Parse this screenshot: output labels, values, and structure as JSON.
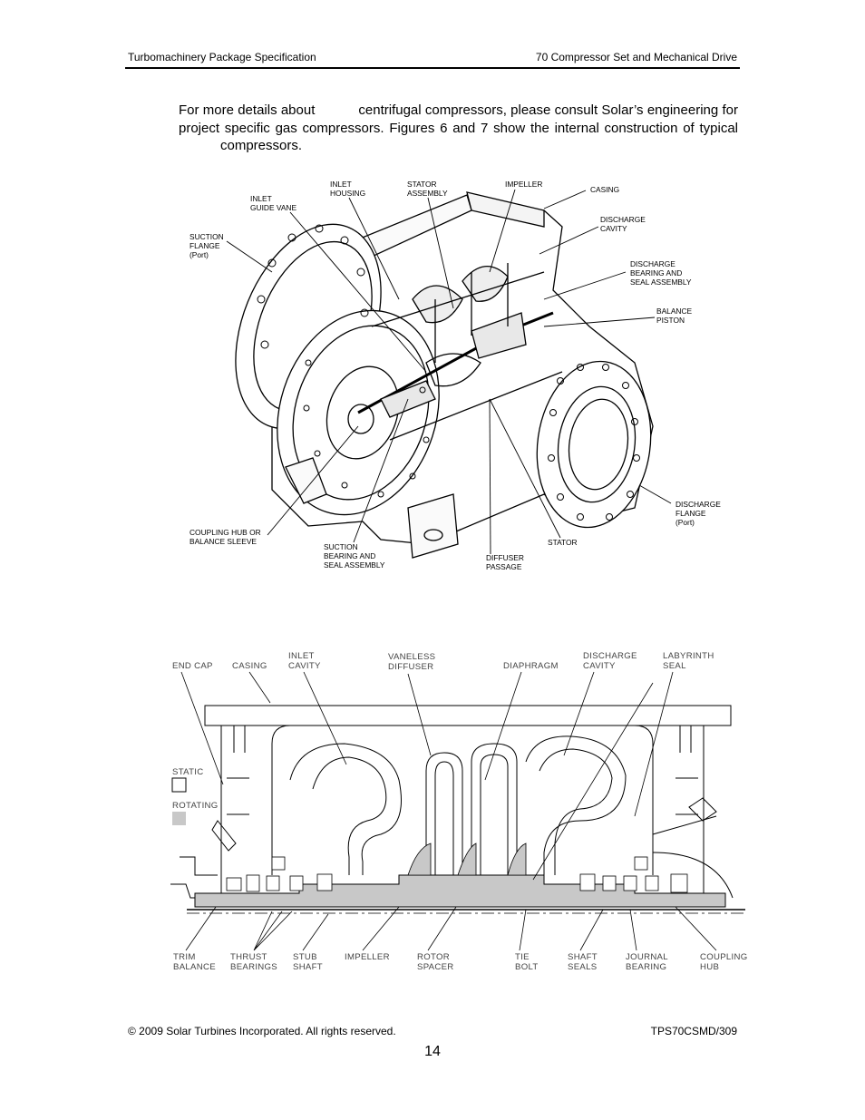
{
  "header": {
    "left": "Turbomachinery Package Specification",
    "right": "70 Compressor Set and Mechanical Drive"
  },
  "body": {
    "p1": "For more details about",
    "p2": "centrifugal compressors, please consult Solar’s engineering for project specific gas compressors. Figures 6 and 7 show the internal construction of typical",
    "p3": "compressors."
  },
  "figure6": {
    "labels": {
      "inlet_housing": [
        "INLET",
        "HOUSING"
      ],
      "stator_assembly": [
        "STATOR",
        "ASSEMBLY"
      ],
      "impeller": [
        "IMPELLER"
      ],
      "casing": [
        "CASING"
      ],
      "inlet_guide_vane": [
        "INLET",
        "GUIDE VANE"
      ],
      "discharge_cavity": [
        "DISCHARGE",
        "CAVITY"
      ],
      "suction_flange": [
        "SUCTION",
        "FLANGE",
        "(Port)"
      ],
      "discharge_bearing": [
        "DISCHARGE",
        "BEARING AND",
        "SEAL ASSEMBLY"
      ],
      "balance_piston": [
        "BALANCE",
        "PISTON"
      ],
      "discharge_flange": [
        "DISCHARGE",
        "FLANGE",
        "(Port)"
      ],
      "coupling_hub": [
        "COUPLING HUB OR",
        "BALANCE SLEEVE"
      ],
      "suction_bearing": [
        "SUCTION",
        "BEARING AND",
        "SEAL ASSEMBLY"
      ],
      "stator": [
        "STATOR"
      ],
      "diffuser_passage": [
        "DIFFUSER",
        "PASSAGE"
      ]
    }
  },
  "figure7": {
    "labels": {
      "end_cap": [
        "END CAP"
      ],
      "casing": [
        "CASING"
      ],
      "inlet_cavity": [
        "INLET",
        "CAVITY"
      ],
      "vaneless_diffuser": [
        "VANELESS",
        "DIFFUSER"
      ],
      "diaphragm": [
        "DIAPHRAGM"
      ],
      "discharge_cavity": [
        "DISCHARGE",
        "CAVITY"
      ],
      "labyrinth_seal": [
        "LABYRINTH",
        "SEAL"
      ],
      "static": [
        "STATIC"
      ],
      "rotating": [
        "ROTATING"
      ],
      "trim_balance": [
        "TRIM",
        "BALANCE"
      ],
      "thrust_bearings": [
        "THRUST",
        "BEARINGS"
      ],
      "stub_shaft": [
        "STUB",
        "SHAFT"
      ],
      "impeller": [
        "IMPELLER"
      ],
      "rotor_spacer": [
        "ROTOR",
        "SPACER"
      ],
      "tie_bolt": [
        "TIE",
        "BOLT"
      ],
      "shaft_seals": [
        "SHAFT",
        "SEALS"
      ],
      "journal_bearing": [
        "JOURNAL",
        "BEARING"
      ],
      "coupling_hub": [
        "COUPLING",
        "HUB"
      ]
    }
  },
  "footer": {
    "copyright": "© 2009 Solar Turbines Incorporated. All rights reserved.",
    "doc_id": "TPS70CSMD/309",
    "page": "14"
  }
}
